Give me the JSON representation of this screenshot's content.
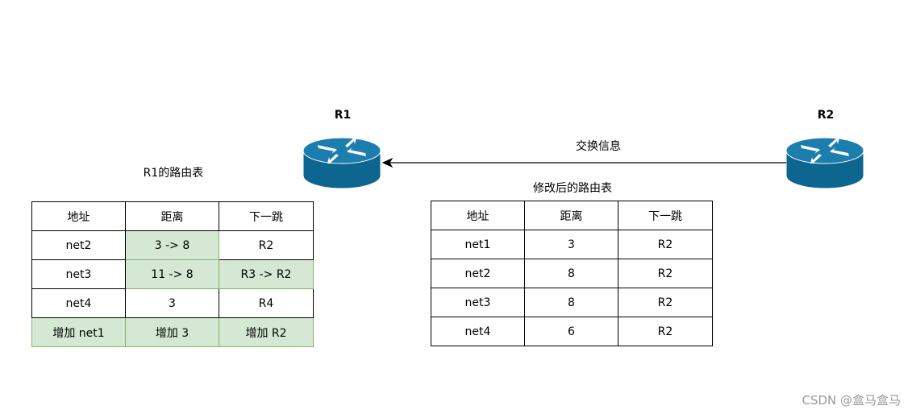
{
  "routers": {
    "r1": {
      "label": "R1"
    },
    "r2": {
      "label": "R2"
    }
  },
  "link": {
    "label": "交换信息",
    "direction": "R2 -> R1"
  },
  "r1_table": {
    "title": "R1的路由表",
    "headers": [
      "地址",
      "距离",
      "下一跳"
    ],
    "rows": [
      [
        "net2",
        "3 -> 8",
        "R2"
      ],
      [
        "net3",
        "11 -> 8",
        "R3 -> R2"
      ],
      [
        "net4",
        "3",
        "R4"
      ],
      [
        "增加 net1",
        "增加 3",
        "增加 R2"
      ]
    ],
    "highlight_color": "#d5e8d4"
  },
  "updated_table": {
    "title": "修改后的路由表",
    "headers": [
      "地址",
      "距离",
      "下一跳"
    ],
    "rows": [
      [
        "net1",
        "3",
        "R2"
      ],
      [
        "net2",
        "8",
        "R2"
      ],
      [
        "net3",
        "8",
        "R2"
      ],
      [
        "net4",
        "6",
        "R2"
      ]
    ]
  },
  "watermark": "CSDN @盒马盒马",
  "colors": {
    "router_fill": "#0f6b97",
    "router_top": "#1a7fb0",
    "highlight": "#d5e8d4",
    "highlight_border": "#82b366"
  }
}
